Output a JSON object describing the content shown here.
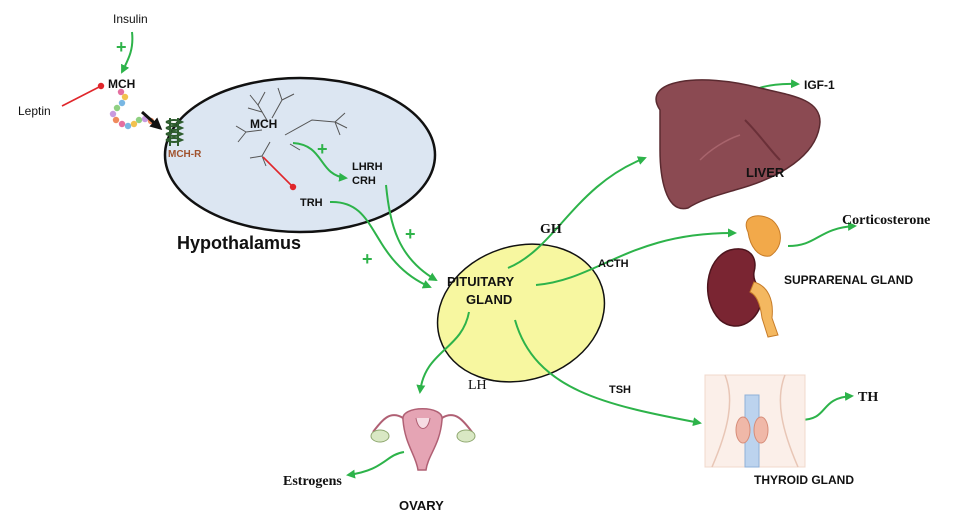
{
  "labels": {
    "insulin": "Insulin",
    "leptin": "Leptin",
    "mch_top": "MCH",
    "mch_r": "MCH-R",
    "mch_neuron": "MCH",
    "lhrh": "LHRH",
    "crh": "CRH",
    "trh": "TRH",
    "hypothalamus": "Hypothalamus",
    "pituitary_line1": "PITUITARY",
    "pituitary_line2": "GLAND",
    "gh": "GH",
    "acth": "ACTH",
    "lh": "LH",
    "tsh": "TSH",
    "igf1": "IGF-1",
    "liver": "LIVER",
    "corticosterone": "Corticosterone",
    "suprarenal": "SUPRARENAL GLAND",
    "th": "TH",
    "thyroid": "THYROID GLAND",
    "estrogens": "Estrogens",
    "ovary": "OVARY"
  },
  "signs": {
    "plus": "+"
  },
  "colors": {
    "hypothalamus_fill": "#dce6f2",
    "pituitary_fill": "#f7f7a0",
    "arrow_green": "#2db34a",
    "inhibit_red": "#e0262b",
    "liver": "#8b4a52",
    "kidney": "#7a2532",
    "adrenal": "#f2a94a",
    "thyroid": "#f0b8a8",
    "uterus": "#e5a4b4"
  },
  "icons": [
    "liver-illustration",
    "kidney-adrenal-illustration",
    "thyroid-neck-illustration",
    "uterus-ovary-illustration",
    "neuron-icon",
    "receptor-coil-icon",
    "peptide-chain-icon"
  ]
}
